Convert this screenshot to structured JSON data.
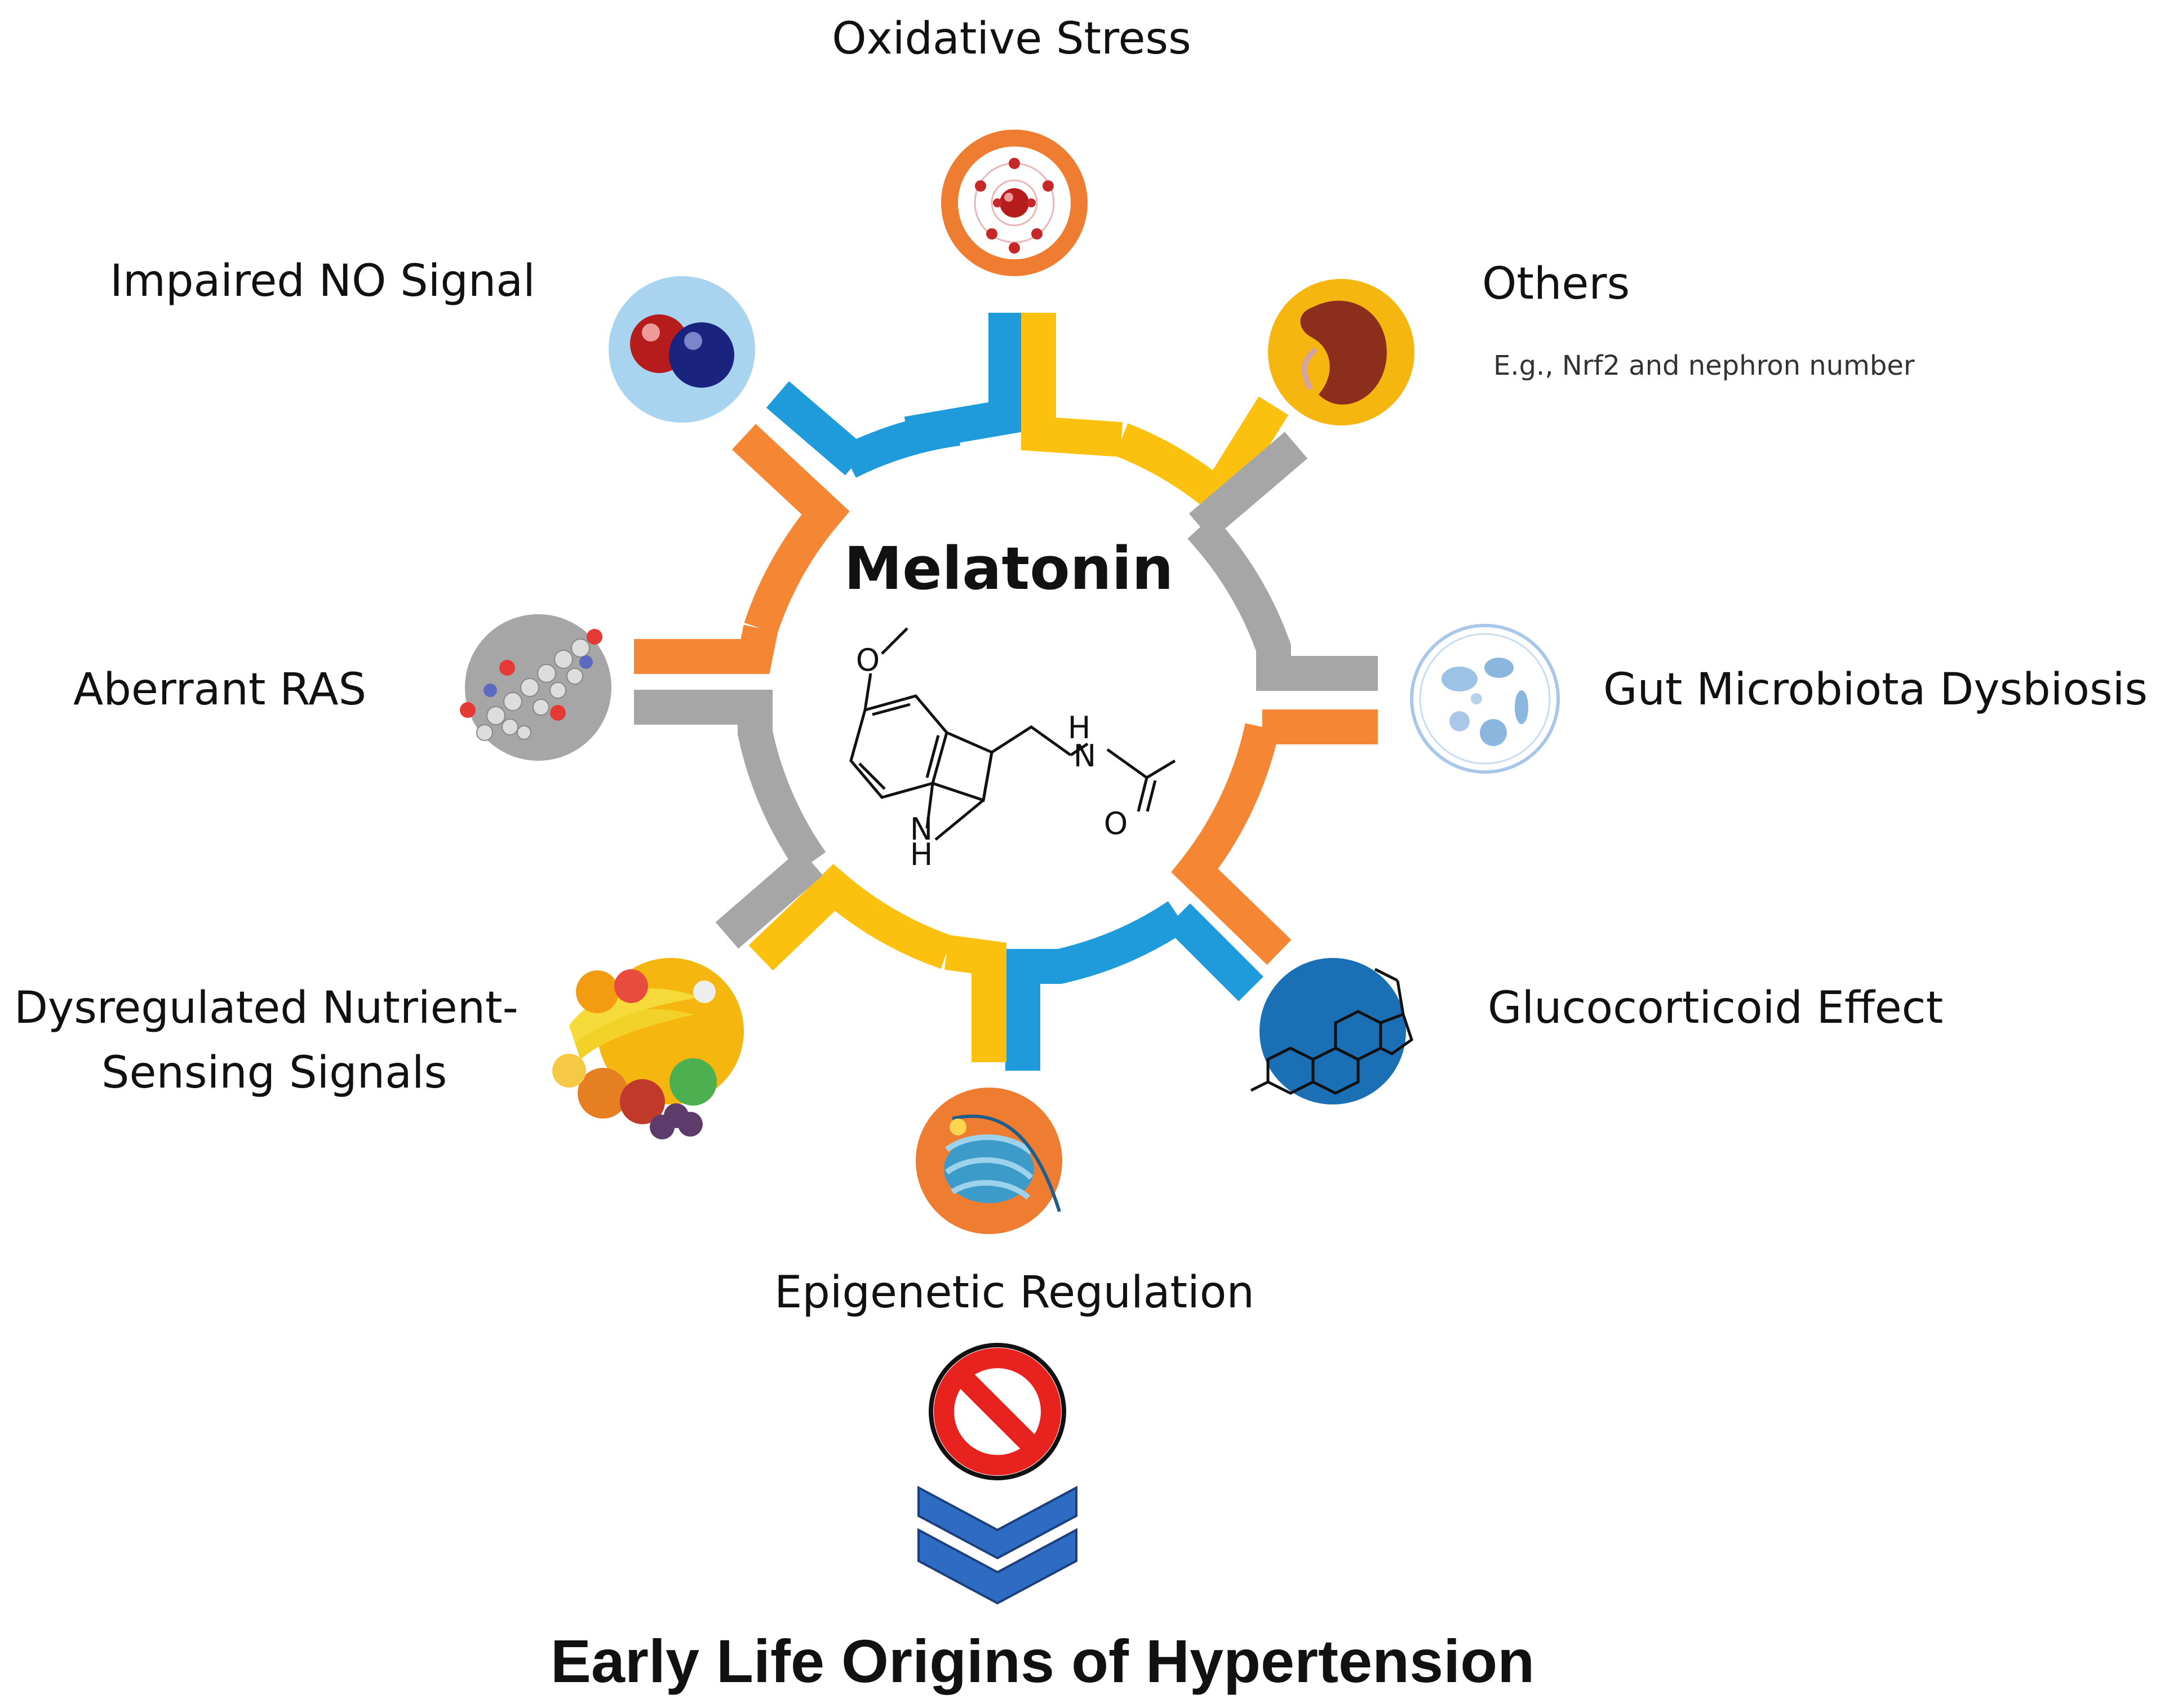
{
  "center": {
    "title": "Melatonin",
    "molecule_atoms": {
      "o_methoxy": "O",
      "h_amide": "H",
      "n_amide": "N",
      "o_carbonyl": "O",
      "n_indole": "N",
      "h_indole": "H"
    }
  },
  "factors": [
    {
      "id": "oxidative-stress",
      "label": "Oxidative Stress",
      "icon": "atom-icon",
      "color": "#EE7D31"
    },
    {
      "id": "others",
      "label": "Others",
      "sublabel": "E.g., Nrf2 and nephron number",
      "icon": "kidney-icon",
      "color": "#F5B70F"
    },
    {
      "id": "gut-microbiota",
      "label": "Gut Microbiota Dysbiosis",
      "icon": "microbes-icon",
      "color": "#A9C7E8"
    },
    {
      "id": "glucocorticoid",
      "label": "Glucocorticoid Effect",
      "icon": "steroid-icon",
      "color": "#1A6FB5"
    },
    {
      "id": "epigenetic",
      "label": "Epigenetic Regulation",
      "icon": "dna-icon",
      "color": "#EE7D31"
    },
    {
      "id": "nutrient-sensing",
      "label_line1": "Dysregulated Nutrient-",
      "label_line2": "Sensing Signals",
      "icon": "fruit-icon",
      "color": "#F5B70F"
    },
    {
      "id": "aberrant-ras",
      "label": "Aberrant RAS",
      "icon": "molecule-icon",
      "color": "#9E9E9E"
    },
    {
      "id": "impaired-no",
      "label": "Impaired NO Signal",
      "icon": "no-molecule-icon",
      "color": "#A8D4EF"
    }
  ],
  "ring_colors": {
    "blue": "#1F9ADB",
    "yellow": "#FCC10F",
    "gray": "#A6A6A6",
    "orange": "#F58634",
    "blue2": "#1F9ADB"
  },
  "outcome": {
    "prohibit_icon": "prohibited-icon",
    "arrow_icon": "double-chevron-down-icon",
    "title": "Early Life Origins of Hypertension"
  }
}
